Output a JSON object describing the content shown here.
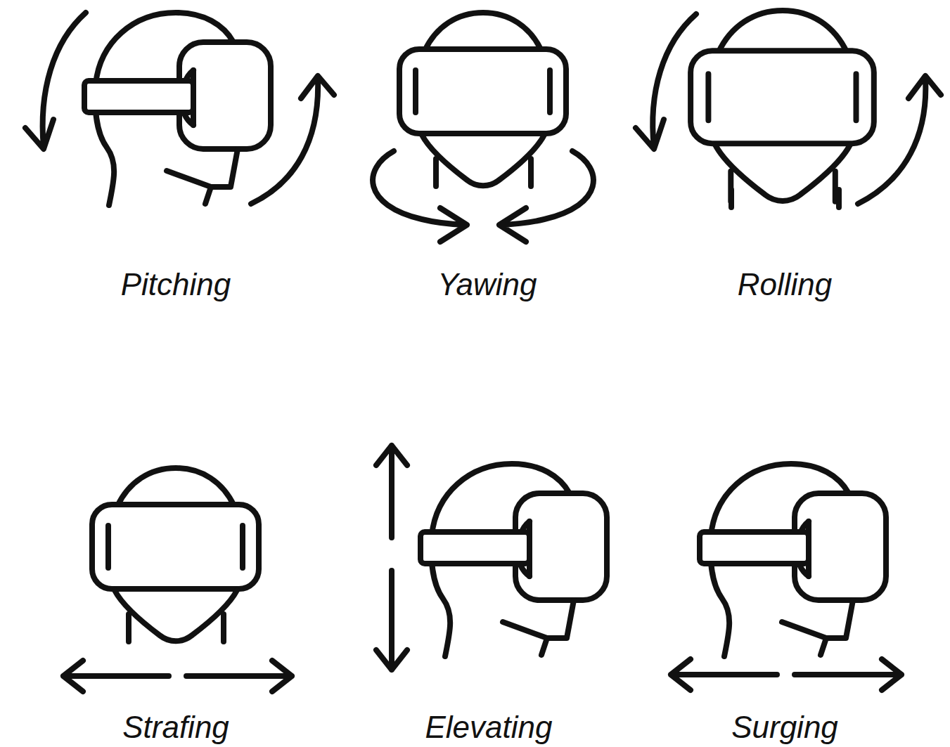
{
  "diagram": {
    "labels": [
      "Pitching",
      "Yawing",
      "Rolling",
      "Strafing",
      "Elevating",
      "Surging"
    ]
  }
}
